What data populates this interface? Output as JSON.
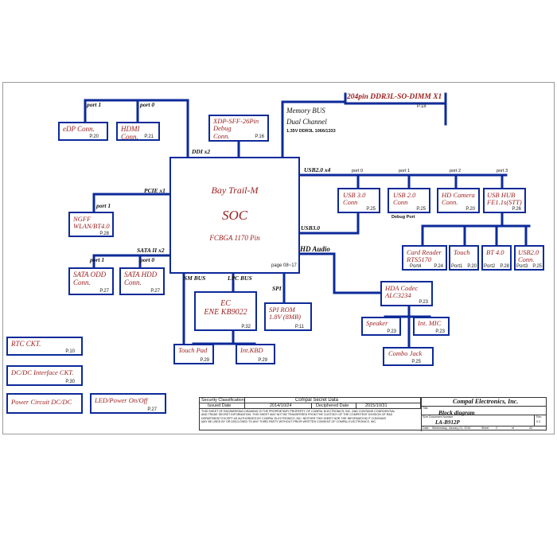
{
  "soc": {
    "name": "Bay Trail-M",
    "type": "SOC",
    "package": "FCBGA 1170 Pin",
    "page": "page 08~17"
  },
  "bus_labels": {
    "ddi": "DDI x2",
    "pcie": "PCIE x1",
    "sata": "SATA II x2",
    "usb2": "USB2.0 x4",
    "usb3": "USB3.0",
    "hd_audio": "HD Audio",
    "sm_bus": "SM BUS",
    "lpc_bus": "LPC BUS",
    "spi": "SPI",
    "memory_bus": "Memory BUS",
    "dual_channel": "Dual Channel",
    "ddr_spec": "1.35V DDR3L 1066/1333",
    "debug_port": "Debug Port"
  },
  "ports": {
    "edp": "port 1",
    "hdmi": "port 0",
    "ngff": "port 1",
    "sata_odd": "port 1",
    "sata_hdd": "port 0",
    "usb3": "port 0",
    "usb2": "port 1",
    "hd_camera": "port 2",
    "usb_hub": "port 3",
    "card_reader": "Port4",
    "touch": "Port1",
    "bt": "Port2",
    "usb2_hub": "Port3"
  },
  "blocks": {
    "edp": {
      "label": "eDP Conn.",
      "page": "P.20"
    },
    "hdmi": {
      "label": "HDMI Conn.",
      "page": "P.21"
    },
    "xdp": {
      "label": "XDP-SFF-26Pin\nDebug\nConn.",
      "page": "P.16"
    },
    "dimm": {
      "label": "204pin DDR3L-SO-DIMM X1",
      "page": "P.18"
    },
    "ngff": {
      "label": "NGFF\nWLAN/BT4.0",
      "page": "P.28"
    },
    "sata_odd": {
      "label": "SATA ODD\nConn.",
      "page": "P.27"
    },
    "sata_hdd": {
      "label": "SATA HDD\nConn.",
      "page": "P.27"
    },
    "usb3": {
      "label": "USB 3.0\nConn",
      "page": "P.25"
    },
    "usb2": {
      "label": "USB 2.0\nConn",
      "page": "P.25"
    },
    "hd_camera": {
      "label": "HD Camera\nConn.",
      "page": "P.20"
    },
    "usb_hub": {
      "label": "USB HUB\nFE1.1s(STT)",
      "page": "P.26"
    },
    "card_reader": {
      "label": "Card Reader\nRTS5170",
      "page": "P.24"
    },
    "touch": {
      "label": "Touch",
      "page": "P.20"
    },
    "bt": {
      "label": "BT 4.0",
      "page": "P.28"
    },
    "usb2_hub": {
      "label": "USB2.0\nConn.",
      "page": "P.25"
    },
    "ec": {
      "label": "EC\nENE KB9022",
      "page": "P.32"
    },
    "spi_rom": {
      "label": "SPI ROM\n1.8V (8MB)",
      "page": "P.11"
    },
    "hda": {
      "label": "HDA Codec\nALC3234",
      "page": "P.23"
    },
    "speaker": {
      "label": "Speaker",
      "page": "P.23"
    },
    "int_mic": {
      "label": "Int. MIC",
      "page": "P.23"
    },
    "combo_jack": {
      "label": "Combo Jack",
      "page": "P.25"
    },
    "touch_pad": {
      "label": "Touch Pad",
      "page": "P.29"
    },
    "int_kbd": {
      "label": "Int.KBD",
      "page": "P.29"
    },
    "rtc": {
      "label": "RTC CKT.",
      "page": "P.10"
    },
    "dcdc": {
      "label": "DC/DC Interface CKT.",
      "page": "P.30"
    },
    "power": {
      "label": "Power Circuit DC/DC",
      "page": ""
    },
    "led": {
      "label": "LED/Power On/Off",
      "page": "P.27"
    }
  },
  "title_block": {
    "security_label": "Security Classification",
    "security_value": "Compal Secret Data",
    "issued_label": "Issued Date",
    "issued_value": "2014/10/24",
    "deciphered_label": "Deciphered Date",
    "deciphered_value": "2015/10/31",
    "company": "Compal Electronics, Inc.",
    "title_label": "Title",
    "title_value": "Block diagram",
    "size_label": "Size",
    "docnum_label": "Document Number",
    "docnum_value": "LA-B912P",
    "rev_label": "Rev",
    "rev_value": "0.3",
    "date_label": "Date:",
    "date_value": "Wednesday, January 21, 2015",
    "sheet_label": "Sheet",
    "sheet_value": "2",
    "of_label": "of",
    "of_value": "42",
    "notice": "THIS SHEET OF ENGINEERING DRAWING IS THE PROPRIETARY PROPERTY OF COMPAL ELECTRONICS, INC. AND CONTAINS CONFIDENTIAL\nAND TRADE SECRET INFORMATION. THIS SHEET MAY NOT BE TRANSFERED FROM THE CUSTODY OF THE COMPETENT DIVISION OF R&D\nDEPARTMENT EXCEPT AS AUTHORIZED BY COMPAL ELECTRONICS, INC. NEITHER THIS SHEET NOR THE INFORMATION IT CONTAINS\nMAY BE USED BY OR DISCLOSED TO ANY THIRD PARTY WITHOUT PRIOR WRITTEN CONSENT OF COMPAL ELECTRONICS, INC."
  },
  "colors": {
    "wire": "#0d2a99",
    "label": "#9b1c1c"
  }
}
